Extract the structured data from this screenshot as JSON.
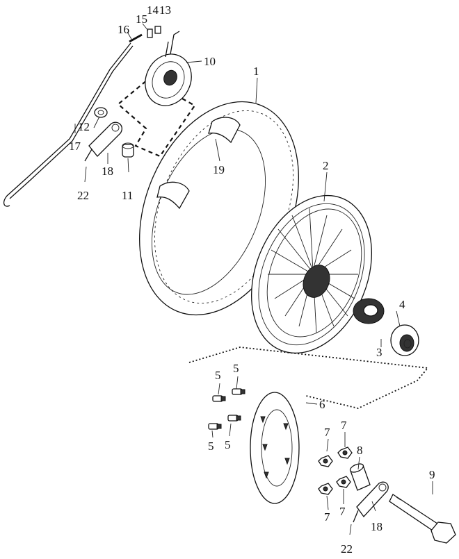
{
  "callouts": [
    {
      "id": "c1",
      "text": "1"
    },
    {
      "id": "c2",
      "text": "2"
    },
    {
      "id": "c3",
      "text": "3"
    },
    {
      "id": "c4",
      "text": "4"
    },
    {
      "id": "c5a",
      "text": "5"
    },
    {
      "id": "c5b",
      "text": "5"
    },
    {
      "id": "c5c",
      "text": "5"
    },
    {
      "id": "c5d",
      "text": "5"
    },
    {
      "id": "c6",
      "text": "6"
    },
    {
      "id": "c7a",
      "text": "7"
    },
    {
      "id": "c7b",
      "text": "7"
    },
    {
      "id": "c7c",
      "text": "7"
    },
    {
      "id": "c7d",
      "text": "7"
    },
    {
      "id": "c8",
      "text": "8"
    },
    {
      "id": "c9",
      "text": "9"
    },
    {
      "id": "c10",
      "text": "10"
    },
    {
      "id": "c11",
      "text": "11"
    },
    {
      "id": "c12",
      "text": "12"
    },
    {
      "id": "c13",
      "text": "13"
    },
    {
      "id": "c14",
      "text": "14"
    },
    {
      "id": "c15",
      "text": "15"
    },
    {
      "id": "c16",
      "text": "16"
    },
    {
      "id": "c17",
      "text": "17"
    },
    {
      "id": "c18a",
      "text": "18"
    },
    {
      "id": "c18b",
      "text": "18"
    },
    {
      "id": "c19",
      "text": "19"
    },
    {
      "id": "c22a",
      "text": "22"
    },
    {
      "id": "c22b",
      "text": "22"
    }
  ]
}
